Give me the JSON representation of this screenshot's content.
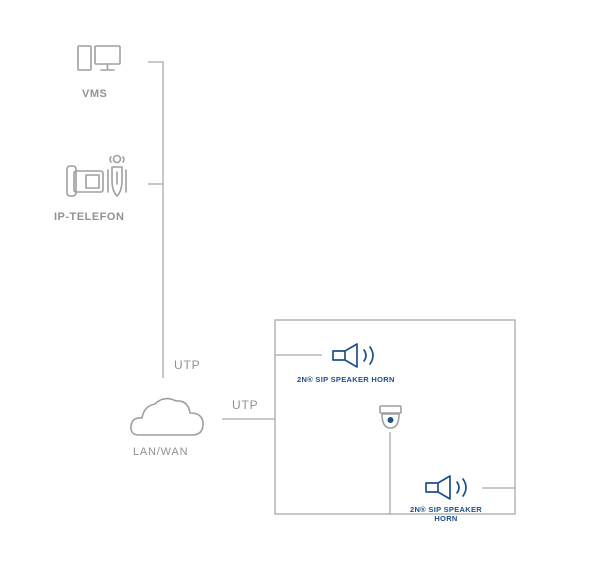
{
  "nodes": {
    "vms": {
      "label": "VMS"
    },
    "ip_telefon": {
      "label": "IP-TELEFON"
    },
    "lan_wan": {
      "label": "LAN/WAN"
    },
    "speaker_1": {
      "label": "2N® SIP SPEAKER HORN"
    },
    "speaker_2": {
      "label_line1": "2N® SIP SPEAKER",
      "label_line2": "HORN"
    }
  },
  "links": {
    "utp_vertical": "UTP",
    "utp_horizontal": "UTP"
  },
  "colors": {
    "line": "#a7a9ac",
    "grey_icon": "#9d9fa2",
    "grey_text": "#8f9194",
    "blue": "#1e4f8c"
  },
  "icons": [
    "monitor-icon",
    "ip-phone-icon",
    "cloud-icon",
    "horn-speaker-icon",
    "dome-camera-icon"
  ]
}
